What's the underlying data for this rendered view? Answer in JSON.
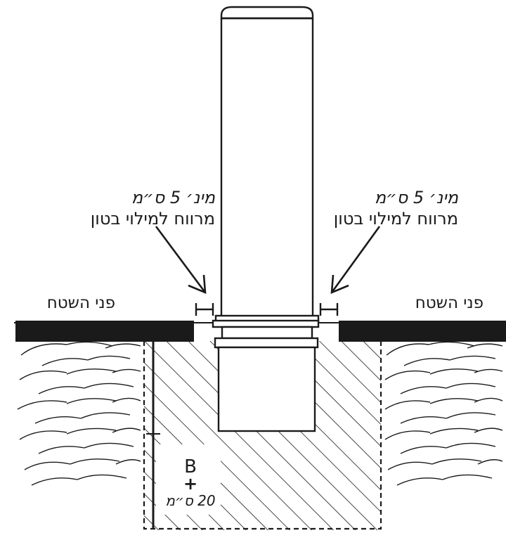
{
  "labels": {
    "gap_left": {
      "line1": "מינ׳ 5 ס״מ",
      "line2": "מרווח למילוי בטון"
    },
    "gap_right": {
      "line1": "מינ׳ 5 ס״מ",
      "line2": "מרווח למילוי בטון"
    },
    "surface_left": "פני השטח",
    "surface_right": "פני השטח",
    "depth": {
      "letter": "B",
      "plus": "+",
      "value": "20 ס״מ"
    }
  },
  "colors": {
    "ink": "#1a1a1a",
    "background": "#ffffff"
  }
}
